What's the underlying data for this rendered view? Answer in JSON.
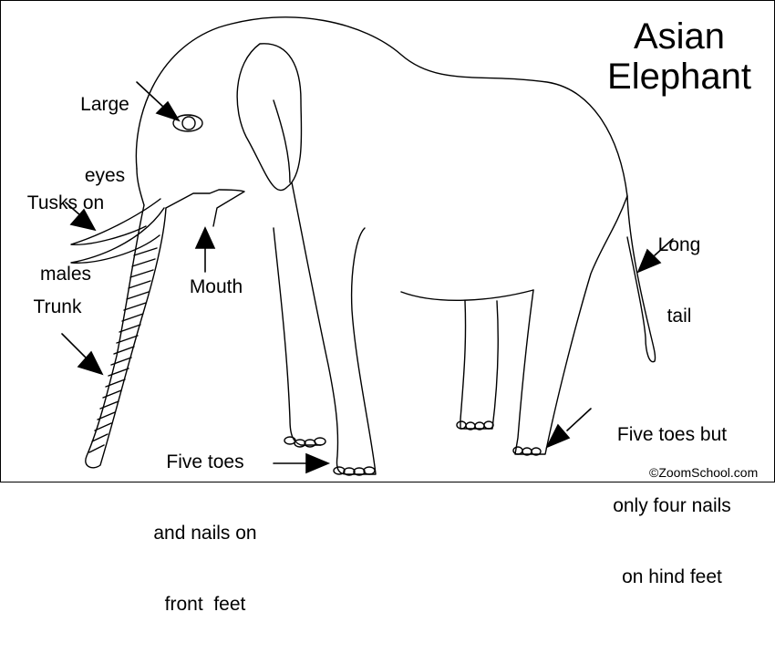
{
  "title": {
    "line1": "Asian",
    "line2": "Elephant"
  },
  "labels": {
    "large_eyes": {
      "line1": "Large",
      "line2": "eyes"
    },
    "tusks": {
      "line1": "Tusks on",
      "line2": "males"
    },
    "trunk": "Trunk",
    "mouth": "Mouth",
    "long_tail": {
      "line1": "Long",
      "line2": "tail"
    },
    "front_feet": {
      "line1": "Five toes",
      "line2": "and nails on",
      "line3": "front  feet"
    },
    "hind_feet": {
      "line1": "Five toes but",
      "line2": "only four nails",
      "line3": "on hind feet"
    }
  },
  "copyright": "©ZoomSchool.com",
  "colors": {
    "line": "#000000",
    "background": "#ffffff"
  }
}
